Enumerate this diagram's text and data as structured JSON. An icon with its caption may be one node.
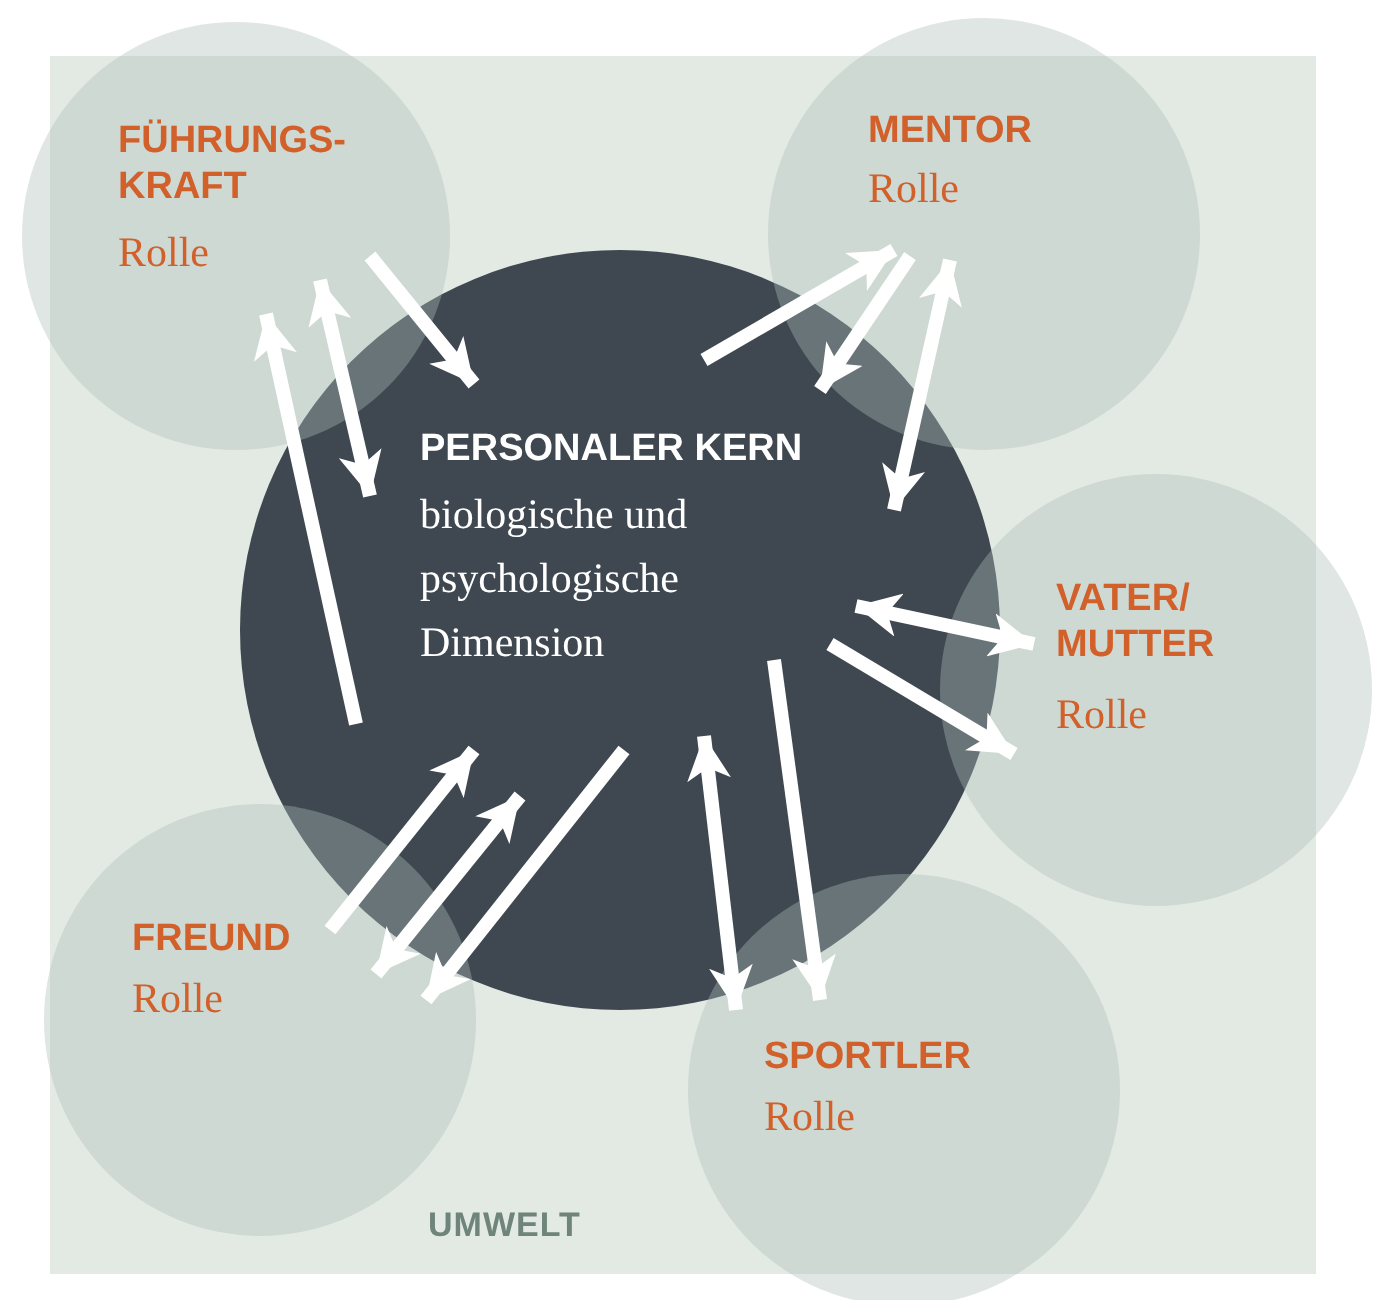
{
  "diagram": {
    "nodes": [
      {
        "text": [
          "FÜHRUNGS- KRAFT",
          "Rolle"
        ]
      },
      {
        "text": [
          "MENTOR",
          "Rolle"
        ]
      },
      {
        "text": [
          "PERSONALER KERN",
          "biologische und psychologische Dimension"
        ]
      },
      {
        "text": [
          "VATER/ MUTTER",
          "Rolle"
        ]
      },
      {
        "text": [
          "FREUND",
          "Rolle"
        ]
      },
      {
        "text": [
          "SPORTLER",
          "Rolle"
        ]
      }
    ],
    "labels": [
      "UMWELT"
    ],
    "edges": [
      {
        "from": 0,
        "to": 2,
        "arrow": "to"
      },
      {
        "from": 0,
        "to": 2,
        "arrow": "both"
      },
      {
        "from": 2,
        "to": 0,
        "arrow": "to"
      },
      {
        "from": 2,
        "to": 1,
        "arrow": "to"
      },
      {
        "from": 1,
        "to": 2,
        "arrow": "to"
      },
      {
        "from": 1,
        "to": 2,
        "arrow": "both"
      },
      {
        "from": 2,
        "to": 3,
        "arrow": "both"
      },
      {
        "from": 2,
        "to": 3,
        "arrow": "to"
      },
      {
        "from": 4,
        "to": 2,
        "arrow": "to"
      },
      {
        "from": 4,
        "to": 2,
        "arrow": "both"
      },
      {
        "from": 2,
        "to": 4,
        "arrow": "to"
      },
      {
        "from": 2,
        "to": 5,
        "arrow": "both"
      },
      {
        "from": 2,
        "to": 5,
        "arrow": "to"
      }
    ]
  }
}
